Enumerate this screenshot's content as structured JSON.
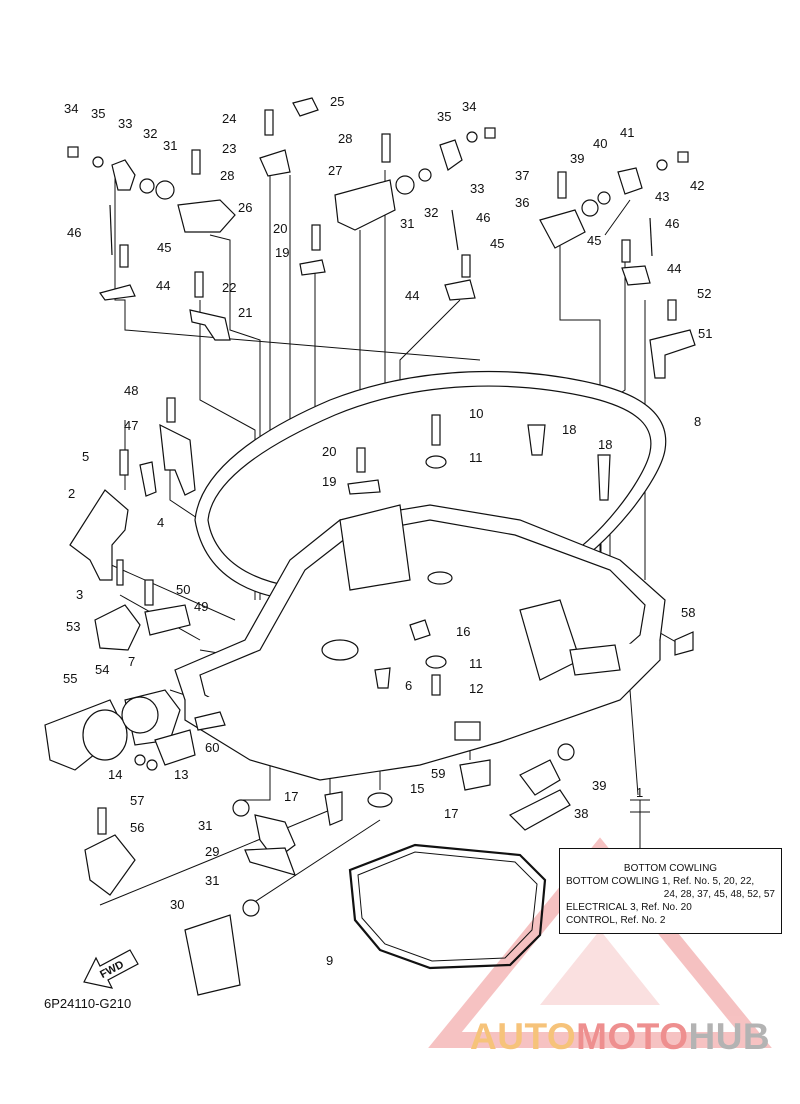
{
  "diagram_code": "6P24110-G210",
  "fwd_label": "FWD",
  "note": {
    "title": "BOTTOM COWLING",
    "line1": "BOTTOM COWLING 1,  Ref. No. 5, 20, 22,",
    "line2": "24, 28, 37, 45, 48, 52, 57",
    "line3": "ELECTRICAL 3,  Ref. No. 20",
    "line4": "CONTROL,  Ref. No. 2"
  },
  "watermark": {
    "part1": "AUTO",
    "part2": "MOTO",
    "part3": "HUB"
  },
  "colors": {
    "line": "#111111",
    "watermark_orange": "#f6c37a",
    "watermark_red": "#ee8f8f",
    "watermark_gray": "#b3b3b3"
  },
  "callouts": [
    "1",
    "2",
    "3",
    "4",
    "5",
    "6",
    "7",
    "8",
    "9",
    "10",
    "11",
    "11",
    "12",
    "13",
    "14",
    "15",
    "16",
    "17",
    "17",
    "18",
    "18",
    "19",
    "19",
    "20",
    "20",
    "21",
    "22",
    "23",
    "24",
    "25",
    "26",
    "27",
    "28",
    "28",
    "29",
    "30",
    "31",
    "31",
    "31",
    "32",
    "32",
    "33",
    "33",
    "34",
    "34",
    "35",
    "35",
    "36",
    "37",
    "38",
    "39",
    "39",
    "40",
    "41",
    "42",
    "43",
    "44",
    "44",
    "44",
    "45",
    "45",
    "45",
    "46",
    "46",
    "46",
    "47",
    "48",
    "49",
    "50",
    "51",
    "52",
    "53",
    "54",
    "55",
    "56",
    "57",
    "58",
    "59",
    "60"
  ]
}
